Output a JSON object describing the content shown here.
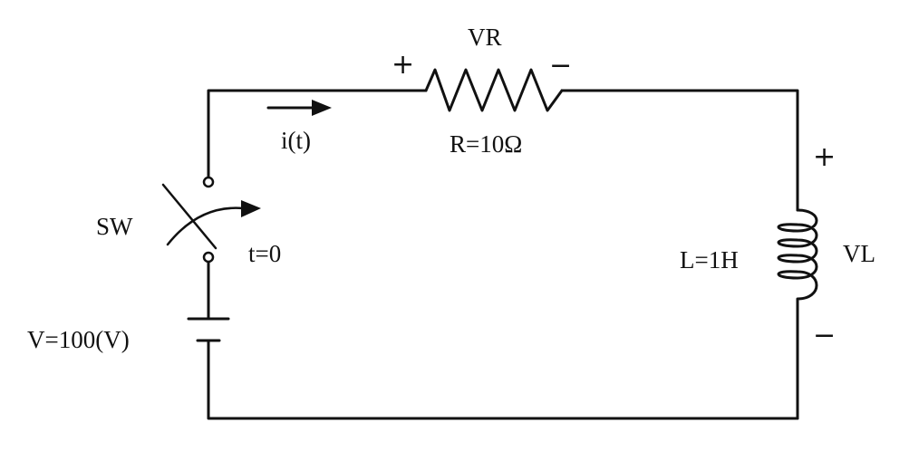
{
  "labels": {
    "resistor_voltage": "VR",
    "resistor_value": "R=10Ω",
    "current": "i(t)",
    "switch": "SW",
    "switch_time": "t=0",
    "source": "V=100(V)",
    "inductor_value": "L=1H",
    "inductor_voltage": "VL"
  },
  "polarity": {
    "resistor_plus": "+",
    "resistor_minus": "−",
    "inductor_plus": "+",
    "inductor_minus": "−"
  },
  "colors": {
    "ink": "#111111",
    "background": "#ffffff"
  }
}
